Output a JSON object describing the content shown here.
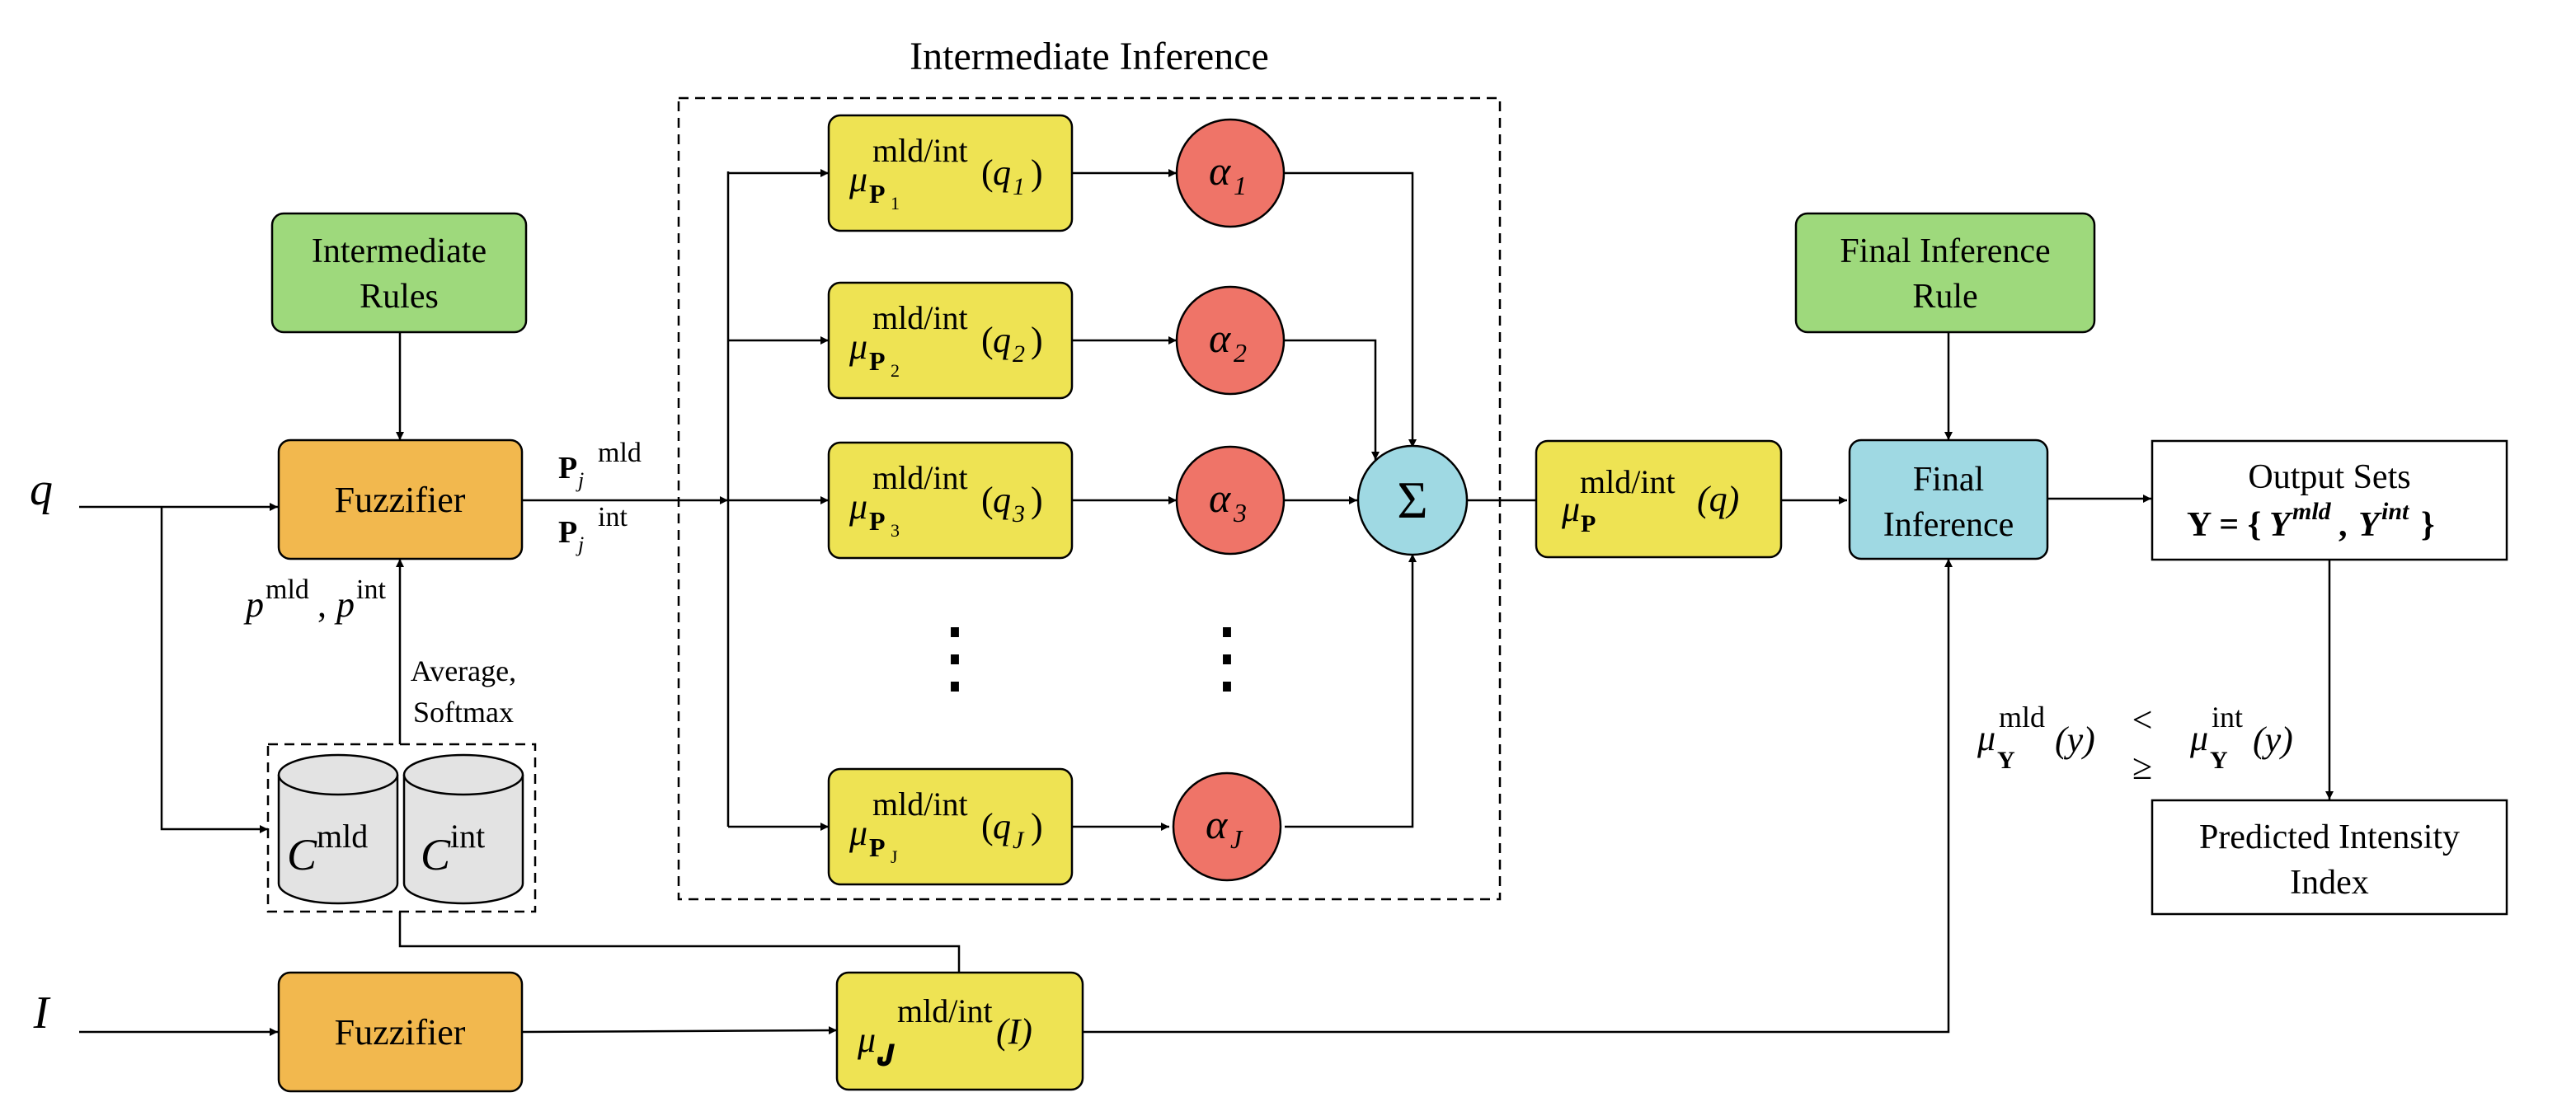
{
  "title": "Intermediate Inference",
  "inputs": {
    "q": "q",
    "I": "I"
  },
  "rules": {
    "intermediate": [
      "Intermediate",
      "Rules"
    ],
    "final": [
      "Final Inference",
      "Rule"
    ]
  },
  "fuzzifier": {
    "top": "Fuzzifier",
    "bottom": "Fuzzifier"
  },
  "fuzzifier_outputs": {
    "mld": {
      "base": "P",
      "sub": "j",
      "sup": "mld"
    },
    "int": {
      "base": "P",
      "sub": "j",
      "sup": "int"
    }
  },
  "p_label": {
    "p": "p",
    "mld": "mld",
    "comma": ", ",
    "int": "int"
  },
  "avg_softmax": [
    "Average,",
    "Softmax"
  ],
  "centroids": {
    "mld": {
      "base": "C",
      "sup": "mld"
    },
    "int": {
      "base": "C",
      "sup": "int"
    }
  },
  "membership_rows": [
    {
      "mu": "μ",
      "sub": "P",
      "subsub": "1",
      "sup": "mld/int",
      "arg": "q",
      "argsub": "1",
      "alpha": "α",
      "alphasub": "1"
    },
    {
      "mu": "μ",
      "sub": "P",
      "subsub": "2",
      "sup": "mld/int",
      "arg": "q",
      "argsub": "2",
      "alpha": "α",
      "alphasub": "2"
    },
    {
      "mu": "μ",
      "sub": "P",
      "subsub": "3",
      "sup": "mld/int",
      "arg": "q",
      "argsub": "3",
      "alpha": "α",
      "alphasub": "3"
    },
    {
      "mu": "μ",
      "sub": "P",
      "subsub": "J",
      "sup": "mld/int",
      "arg": "q",
      "argsub": "J",
      "alpha": "α",
      "alphasub": "J"
    }
  ],
  "ellipsis": "⋮",
  "sum_symbol": "Σ",
  "aggregate": {
    "mu": "μ",
    "sub": "P",
    "sup": "mld/int",
    "arg": "(q)"
  },
  "intensity_mu": {
    "mu": "μ",
    "sub": "𝑱",
    "sup": "mld/int",
    "arg": "(I)"
  },
  "final_inference": [
    "Final",
    "Inference"
  ],
  "output_sets": {
    "line1": "Output Sets",
    "line2_prefix": "Y = {",
    "y_mld": "Y",
    "y_mld_sup": "mld",
    "y_comma": ", ",
    "y_int": "Y",
    "y_int_sup": "int",
    "line2_suffix": "}"
  },
  "comparison": {
    "left_mu": "μ",
    "left_sup": "mld",
    "left_sub": "Y",
    "left_arg": "(y)",
    "op_top": "<",
    "op_bottom": "≥",
    "right_mu": "μ",
    "right_sup": "int",
    "right_sub": "Y",
    "right_arg": "(y)"
  },
  "predicted": [
    "Predicted Intensity",
    "Index"
  ],
  "colors": {
    "rules_green": "#9ed97c",
    "fuzzifier_orange": "#f2b84e",
    "membership_yellow": "#eee353",
    "alpha_red": "#ef7468",
    "sum_blue": "#9fd9e3",
    "final_blue": "#9fd9e3",
    "cylinder_gray": "#e3e3e3"
  }
}
